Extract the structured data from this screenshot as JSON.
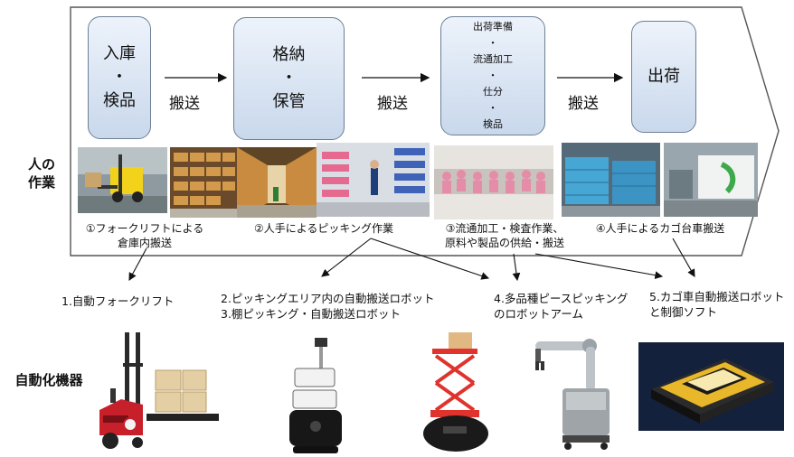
{
  "steps": [
    {
      "lines": [
        "入庫",
        "・",
        "検品"
      ]
    },
    {
      "lines": [
        "格納",
        "・",
        "保管"
      ]
    },
    {
      "lines": [
        "出荷準備",
        "・",
        "流通加工",
        "・",
        "仕分",
        "・",
        "検品"
      ]
    },
    {
      "lines": [
        "出荷"
      ]
    }
  ],
  "transport_label": "搬送",
  "side_labels": {
    "human": [
      "人の",
      "作業"
    ],
    "automation": "自動化機器"
  },
  "human_tasks": [
    {
      "lines": [
        "①フォークリフトによる",
        "倉庫内搬送"
      ]
    },
    {
      "lines": [
        "②人手によるピッキング作業"
      ]
    },
    {
      "lines": [
        "③流通加工・検査作業、",
        "原料や製品の供給・搬送"
      ]
    },
    {
      "lines": [
        "④人手によるカゴ台車搬送"
      ]
    }
  ],
  "automation_items": [
    {
      "lines": [
        "1.自動フォークリフト"
      ]
    },
    {
      "lines": [
        "2.ピッキングエリア内の自動搬送ロボット",
        "3.棚ピッキング・自動搬送ロボット"
      ]
    },
    {
      "lines": [
        "4.多品種ピースピッキング",
        "のロボットアーム"
      ]
    },
    {
      "lines": [
        "5.カゴ車自動搬送ロボット",
        "と制御ソフト"
      ]
    }
  ],
  "colors": {
    "step_fill_top": "#edf3fb",
    "step_fill_bottom": "#c9d8ec",
    "step_border": "#6d7f96",
    "forklift_red": "#c8202a",
    "lift_red": "#e0332d",
    "agv_navy": "#14213d",
    "agv_yellow": "#e8b72a"
  },
  "icons": [
    "arrow-right-icon",
    "arrow-down-icon"
  ]
}
